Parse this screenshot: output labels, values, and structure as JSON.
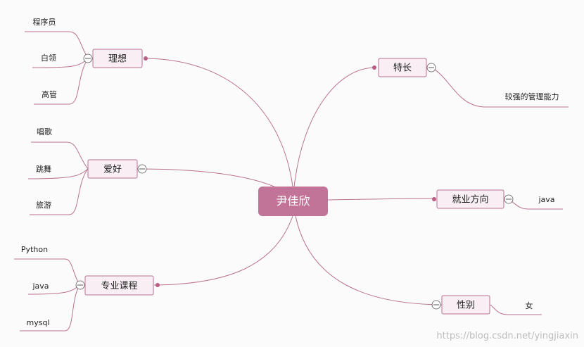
{
  "center": {
    "label": "尹佳欣"
  },
  "branches": [
    {
      "id": "lixiang",
      "label": "理想",
      "leaves": [
        "程序员",
        "白领",
        "高管"
      ]
    },
    {
      "id": "aihao",
      "label": "爱好",
      "leaves": [
        "唱歌",
        "跳舞",
        "旅游"
      ]
    },
    {
      "id": "kecheng",
      "label": "专业课程",
      "leaves": [
        "Python",
        "java",
        "mysql"
      ]
    },
    {
      "id": "techang",
      "label": "特长",
      "leaves": [
        "较强的管理能力"
      ]
    },
    {
      "id": "jiuye",
      "label": "就业方向",
      "leaves": [
        "java"
      ]
    },
    {
      "id": "xingbie",
      "label": "性别",
      "leaves": [
        "女"
      ]
    }
  ],
  "watermark": "https://blog.csdn.net/yingjiaxin",
  "colors": {
    "center_fill": "#c27498",
    "node_fill": "#f8eef3",
    "line": "#b9718f",
    "dot": "#b85d84"
  }
}
